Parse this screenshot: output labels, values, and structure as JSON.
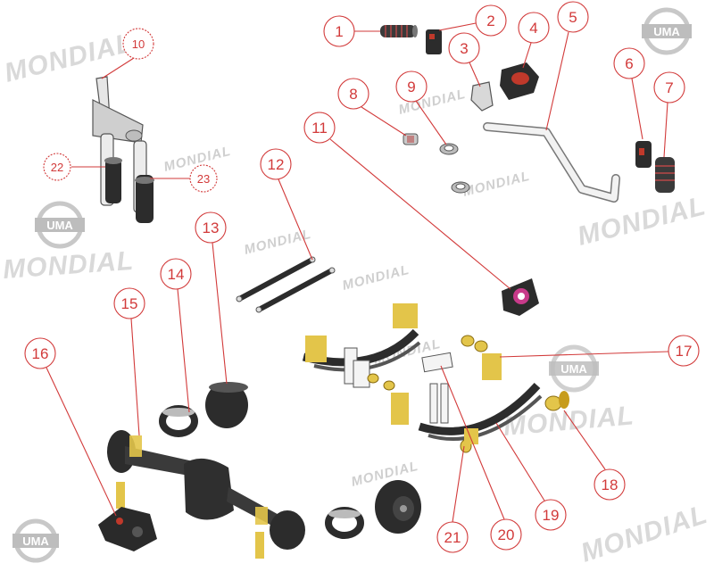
{
  "watermarks": {
    "brand_text": "MONDIAL",
    "logo_text": "UMA"
  },
  "colors": {
    "callout": "#d23a3a",
    "part_dark": "#2a2a2a",
    "part_grey": "#8c8c8c",
    "spring_yellow": "#e3c54a",
    "accent_pink": "#c83a8a",
    "watermark": "#d9d9d9"
  },
  "callouts": [
    "1",
    "2",
    "3",
    "4",
    "5",
    "6",
    "7",
    "8",
    "9",
    "10",
    "11",
    "12",
    "13",
    "14",
    "15",
    "16",
    "17",
    "18",
    "19",
    "20",
    "21",
    "22",
    "23"
  ]
}
